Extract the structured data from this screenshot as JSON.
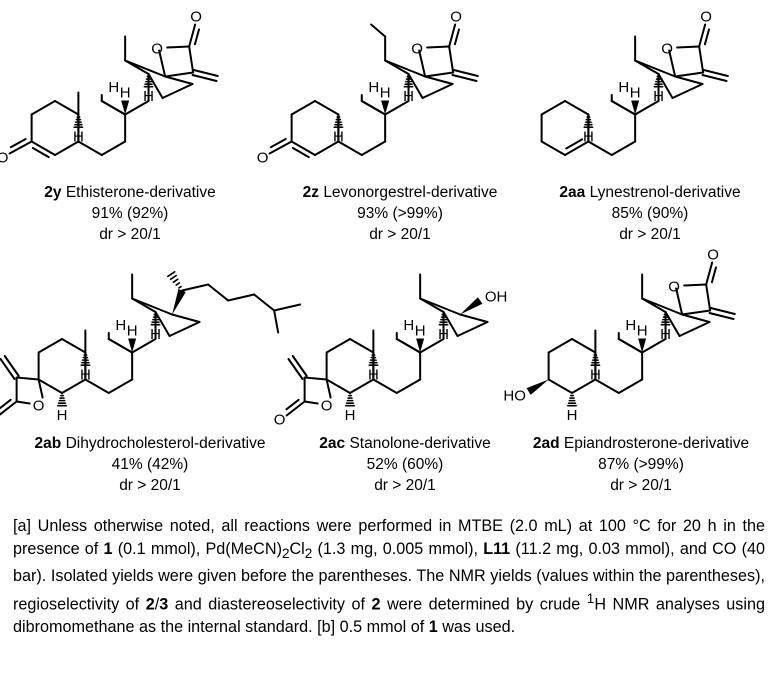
{
  "compounds": [
    {
      "id": "2y",
      "name": "Ethisterone-derivative",
      "yield": "91% (92%)",
      "dr": "dr > 20/1"
    },
    {
      "id": "2z",
      "name": "Levonorgestrel-derivative",
      "yield": "93% (>99%)",
      "dr": "dr > 20/1"
    },
    {
      "id": "2aa",
      "name": "Lynestrenol-derivative",
      "yield": "85% (90%)",
      "dr": "dr > 20/1"
    },
    {
      "id": "2ab",
      "name": "Dihydrocholesterol-derivative",
      "yield": "41% (42%)",
      "dr": "dr > 20/1"
    },
    {
      "id": "2ac",
      "name": "Stanolone-derivative",
      "yield": "52% (60%)",
      "dr": "dr > 20/1"
    },
    {
      "id": "2ad",
      "name": "Epiandrosterone-derivative",
      "yield": "87% (>99%)",
      "dr": "dr > 20/1"
    }
  ],
  "atom_labels": {
    "O": "O",
    "H": "H",
    "OH": "OH",
    "HO": "HO"
  },
  "footnote": {
    "a_marker": "[a]",
    "a1": " Unless otherwise noted, all reactions were performed in MTBE (2.0 mL) at 100 °C for 20 h in the presence of ",
    "a2": "1",
    "a3": " (0.1 mmol), Pd(MeCN)",
    "a3_sub": "2",
    "a3b": "Cl",
    "a3b_sub": "2",
    "a3c": " (1.3 mg, 0.005 mmol), ",
    "a4": "L11",
    "a5": " (11.2 mg, 0.03 mmol), and CO (40 bar). Isolated yields were given before the parentheses. The NMR yields (values within the parentheses), regioselectivity of ",
    "a6": "2",
    "a7": "/",
    "a8": "3",
    "a9": " and diastereoselectivity of ",
    "a10": "2",
    "a11": " were determined by crude ",
    "a11_sup": "1",
    "a12": "H NMR analyses using dibromomethane as the internal standard. ",
    "b_marker": "[b]",
    "b1": " 0.5 mmol of ",
    "b2": "1",
    "b3": " was used."
  }
}
